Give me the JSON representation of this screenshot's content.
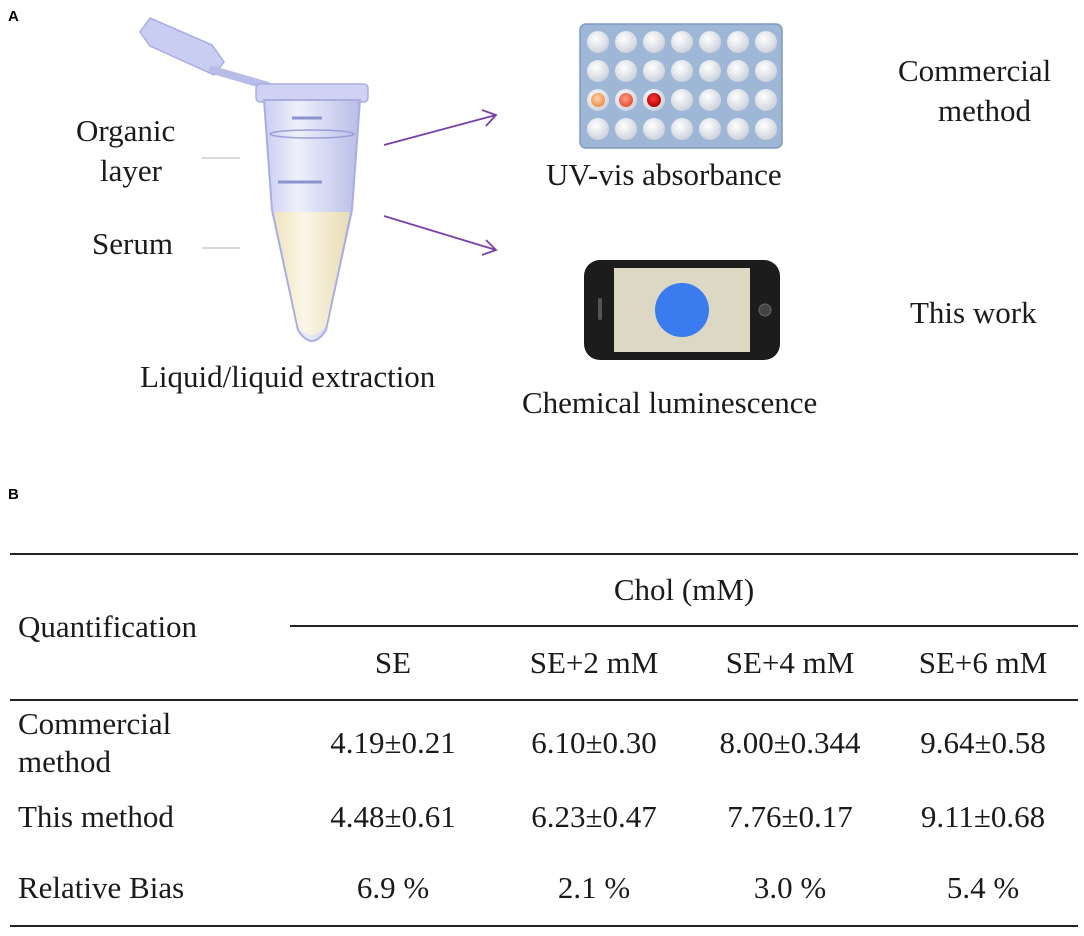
{
  "panel_a": {
    "tag": "A",
    "organic_layer_label": "Organic\nlayer",
    "organic_line1": "Organic",
    "organic_line2": "layer",
    "serum_label": "Serum",
    "tube_caption": "Liquid/liquid extraction",
    "plate_caption": "UV-vis absorbance",
    "phone_caption": "Chemical luminescence",
    "commercial_line1": "Commercial",
    "commercial_line2": "method",
    "this_work_label": "This work",
    "colors": {
      "arrow": "#7b3fa8",
      "plate": "#9fb7d6",
      "well": "#dfe3ea",
      "luminescence_dot": "#3a7bf0",
      "serum": "#f5ecd0"
    }
  },
  "panel_b": {
    "tag": "B",
    "row_header": "Quantification",
    "group_header": "Chol (mM)",
    "columns": [
      "SE",
      "SE+2 mM",
      "SE+4 mM",
      "SE+6 mM"
    ],
    "rows": [
      {
        "label_line1": "Commercial",
        "label_line2": "method",
        "values": [
          "4.19±0.21",
          "6.10±0.30",
          "8.00±0.344",
          "9.64±0.58"
        ]
      },
      {
        "label_line1": "This method",
        "label_line2": "",
        "values": [
          "4.48±0.61",
          "6.23±0.47",
          "7.76±0.17",
          "9.11±0.68"
        ]
      },
      {
        "label_line1": "Relative Bias",
        "label_line2": "",
        "values": [
          "6.9 %",
          "2.1 %",
          "3.0 %",
          "5.4 %"
        ]
      }
    ]
  }
}
